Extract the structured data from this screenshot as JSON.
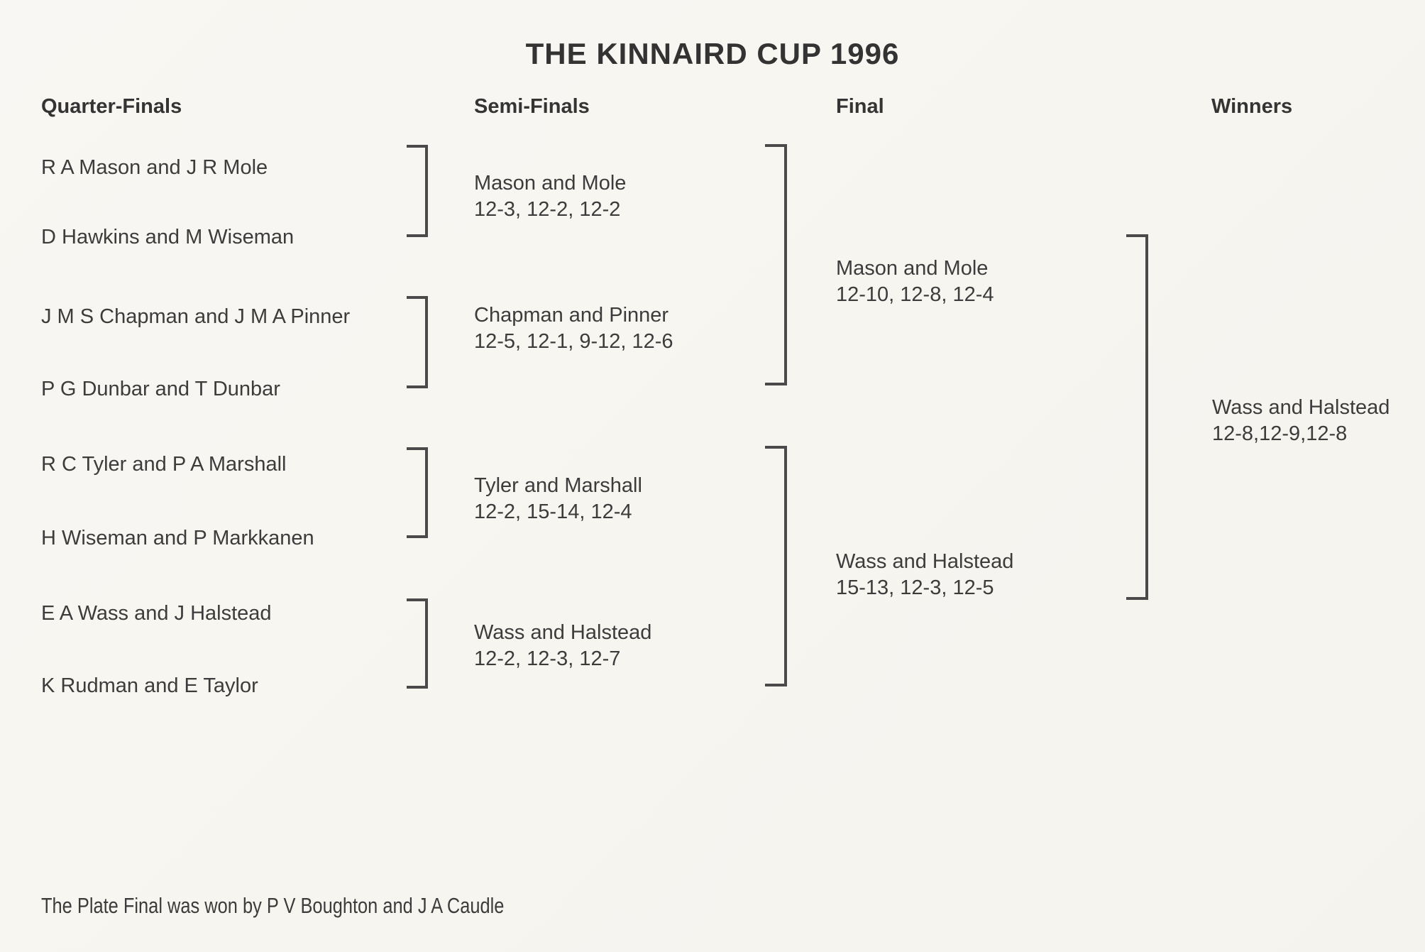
{
  "page": {
    "title": "THE KINNAIRD CUP 1996",
    "footer": "The Plate Final was won by P V Boughton and J A Caudle"
  },
  "columns": {
    "quarter_finals": "Quarter-Finals",
    "semi_finals": "Semi-Finals",
    "final": "Final",
    "winners": "Winners"
  },
  "bracket": {
    "quarter_finalists": [
      "R A Mason and J R Mole",
      "D Hawkins and M Wiseman",
      "J M S Chapman and J M A Pinner",
      "P G Dunbar and T Dunbar",
      "R C Tyler and P A Marshall",
      "H Wiseman and P Markkanen",
      "E A Wass and J Halstead",
      "K Rudman and E Taylor"
    ],
    "semi_finalists": [
      {
        "name": "Mason and Mole",
        "scores": "12-3, 12-2, 12-2"
      },
      {
        "name": "Chapman and Pinner",
        "scores": "12-5, 12-1, 9-12, 12-6"
      },
      {
        "name": "Tyler and Marshall",
        "scores": "12-2, 15-14, 12-4"
      },
      {
        "name": "Wass and Halstead",
        "scores": "12-2, 12-3, 12-7"
      }
    ],
    "finalists": [
      {
        "name": "Mason and Mole",
        "scores": "12-10, 12-8, 12-4"
      },
      {
        "name": "Wass and Halstead",
        "scores": "15-13, 12-3, 12-5"
      }
    ],
    "winner": {
      "name": "Wass and Halstead",
      "scores": "12-8,12-9,12-8"
    }
  },
  "colors": {
    "paper": "#f8f6f1",
    "ink": "#3a3a3a",
    "bracket_line": "#4a4a4a"
  }
}
